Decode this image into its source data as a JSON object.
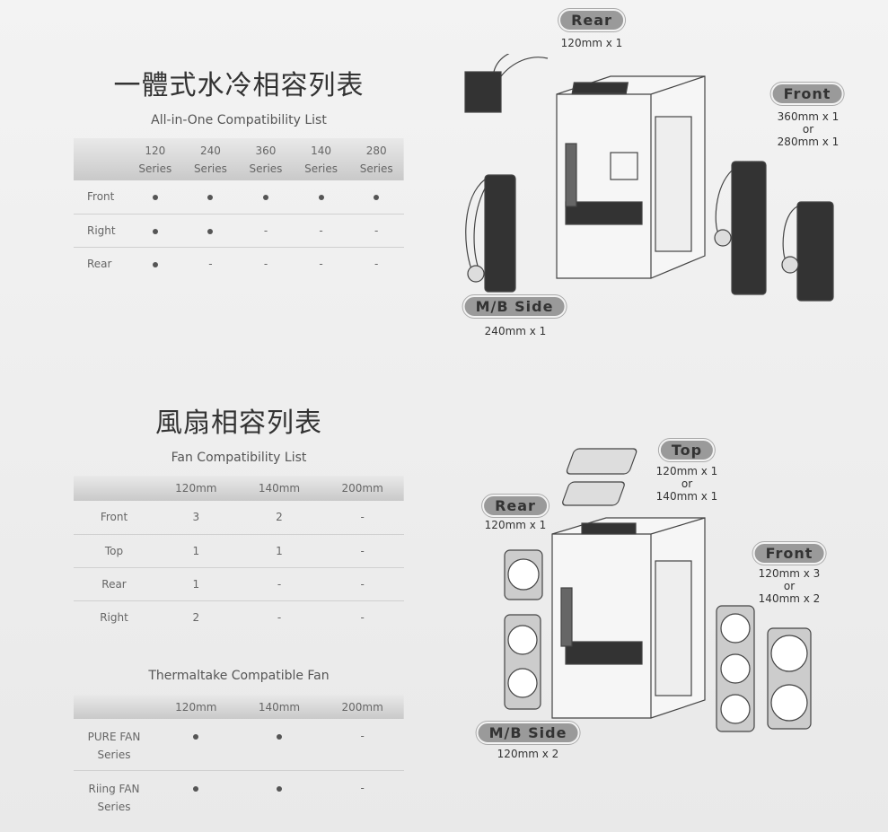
{
  "aio": {
    "title": "一體式水冷相容列表",
    "subtitle": "All-in-One Compatibility List",
    "columns": [
      [
        "120",
        "Series"
      ],
      [
        "240",
        "Series"
      ],
      [
        "360",
        "Series"
      ],
      [
        "140",
        "Series"
      ],
      [
        "280",
        "Series"
      ]
    ],
    "rows": [
      {
        "label": "Front",
        "values": [
          "●",
          "●",
          "●",
          "●",
          "●"
        ]
      },
      {
        "label": "Right",
        "values": [
          "●",
          "●",
          "-",
          "-",
          "-"
        ]
      },
      {
        "label": "Rear",
        "values": [
          "●",
          "-",
          "-",
          "-",
          "-"
        ]
      }
    ]
  },
  "fan": {
    "title": "風扇相容列表",
    "subtitle": "Fan Compatibility List",
    "columns": [
      "120mm",
      "140mm",
      "200mm"
    ],
    "rows": [
      {
        "label": "Front",
        "values": [
          "3",
          "2",
          "-"
        ]
      },
      {
        "label": "Top",
        "values": [
          "1",
          "1",
          "-"
        ]
      },
      {
        "label": "Rear",
        "values": [
          "1",
          "-",
          "-"
        ]
      },
      {
        "label": "Right",
        "values": [
          "2",
          "-",
          "-"
        ]
      }
    ]
  },
  "tt": {
    "subtitle": "Thermaltake Compatible Fan",
    "columns": [
      "120mm",
      "140mm",
      "200mm"
    ],
    "rows": [
      {
        "label": [
          "PURE FAN",
          "Series"
        ],
        "values": [
          "●",
          "●",
          "-"
        ]
      },
      {
        "label": [
          "Riing FAN",
          "Series"
        ],
        "values": [
          "●",
          "●",
          "-"
        ]
      }
    ]
  },
  "diagram1": {
    "rear": {
      "label": "Rear",
      "spec": "120mm x 1"
    },
    "front": {
      "label": "Front",
      "spec": [
        "360mm x 1",
        "or",
        "280mm x 1"
      ]
    },
    "mb": {
      "label": "M/B Side",
      "spec": "240mm x 1"
    }
  },
  "diagram2": {
    "top": {
      "label": "Top",
      "spec": [
        "120mm x 1",
        "or",
        "140mm x 1"
      ]
    },
    "rear": {
      "label": "Rear",
      "spec": "120mm x 1"
    },
    "front": {
      "label": "Front",
      "spec": [
        "120mm x 3",
        "or",
        "140mm x 2"
      ]
    },
    "mb": {
      "label": "M/B Side",
      "spec": "120mm x 2"
    }
  }
}
